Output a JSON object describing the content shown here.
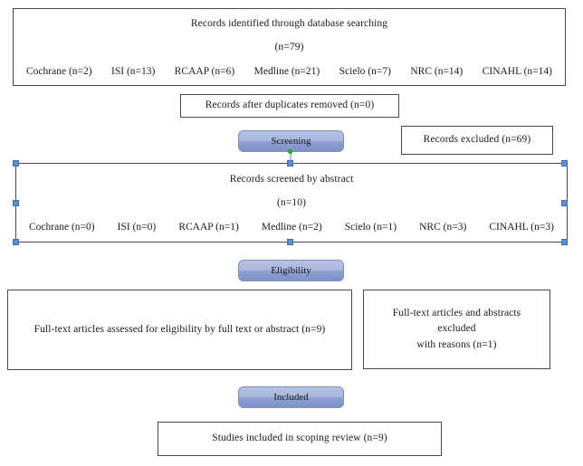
{
  "diagram": {
    "title": "PRISMA scoping review flow diagram",
    "accent_blue": "#8e9fd0",
    "handle_blue": "#5b8fd6",
    "handle_green": "#22c722",
    "border_color": "#4a4a4a"
  },
  "identified": {
    "heading": "Records identified through database searching",
    "total": "(n=79)",
    "sources": [
      "Cochrane (n=2)",
      "ISI (n=13)",
      "RCAAP (n=6)",
      "Medline (n=21)",
      "Scielo (n=7)",
      "NRC (n=14)",
      "CINAHL (n=14)"
    ]
  },
  "duplicates": {
    "label": "Records after duplicates removed (n=0)"
  },
  "excluded_upper": {
    "label": "Records excluded (n=69)"
  },
  "screened": {
    "heading": "Records screened by abstract",
    "total": "(n=10)",
    "sources": [
      "Cochrane (n=0)",
      "ISI (n=0)",
      "RCAAP (n=1)",
      "Medline (n=2)",
      "Scielo (n=1)",
      "NRC (n=3)",
      "CINAHL (n=3)"
    ]
  },
  "fulltext": {
    "label": "Full-text articles assessed for eligibility by full text or abstract (n=9)"
  },
  "fulltext_excluded": {
    "line1": "Full-text articles and abstracts excluded",
    "line2": "with reasons (n=1)"
  },
  "included_studies": {
    "label": "Studies included in scoping review (n=9)"
  },
  "badges": {
    "screening": "Screening",
    "eligibility": "Eligibility",
    "included": "Included"
  }
}
